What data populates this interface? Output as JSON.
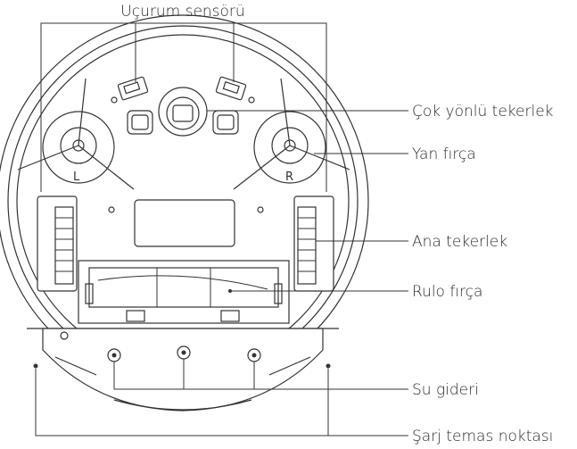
{
  "labels": {
    "cliff_sensor": "Uçurum sensörü",
    "caster_wheel": "Çok yönlü tekerlek",
    "side_brush": "Yan fırça",
    "main_wheel": "Ana tekerlek",
    "roller_brush": "Rulo fırça",
    "water_outlet": "Su gideri",
    "charging_contacts": "Şarj temas noktası"
  },
  "brush_marks": {
    "left": "L",
    "right": "R"
  }
}
